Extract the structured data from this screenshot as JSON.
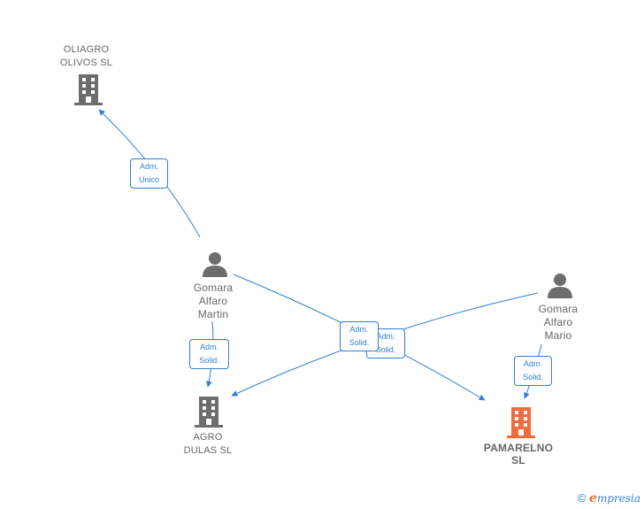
{
  "nodes": {
    "oliagro": {
      "label": "OLIAGRO\nOLIVOS  SL",
      "type": "company",
      "color": "#6d6d6d"
    },
    "gomara_martin": {
      "label": "Gomara\nAlfaro\nMartin",
      "type": "person",
      "color": "#6d6d6d"
    },
    "agro_dulas": {
      "label": "AGRO\nDULAS  SL",
      "type": "company",
      "color": "#6d6d6d"
    },
    "gomara_mario": {
      "label": "Gomara\nAlfaro\nMario",
      "type": "person",
      "color": "#6d6d6d"
    },
    "pamarelno": {
      "label": "PAMARELNO\nSL",
      "type": "company",
      "color": "#f26a3d",
      "highlighted": true
    }
  },
  "edges": [
    {
      "from": "gomara_martin",
      "to": "oliagro",
      "label": "Adm.\nUnico"
    },
    {
      "from": "gomara_martin",
      "to": "agro_dulas",
      "label": "Adm.\nSolid."
    },
    {
      "from": "gomara_martin",
      "to": "pamarelno",
      "label": "Adm.\nSolid."
    },
    {
      "from": "gomara_mario",
      "to": "agro_dulas",
      "label": "Adm.\nSolid."
    },
    {
      "from": "gomara_mario",
      "to": "pamarelno",
      "label": "Adm.\nSolid."
    }
  ],
  "footer": {
    "copyright": "©",
    "brand_e": "e",
    "brand_rest": "mpresia"
  },
  "colors": {
    "edge": "#2f7fd6",
    "node": "#6d6d6d",
    "highlight": "#f26a3d"
  }
}
